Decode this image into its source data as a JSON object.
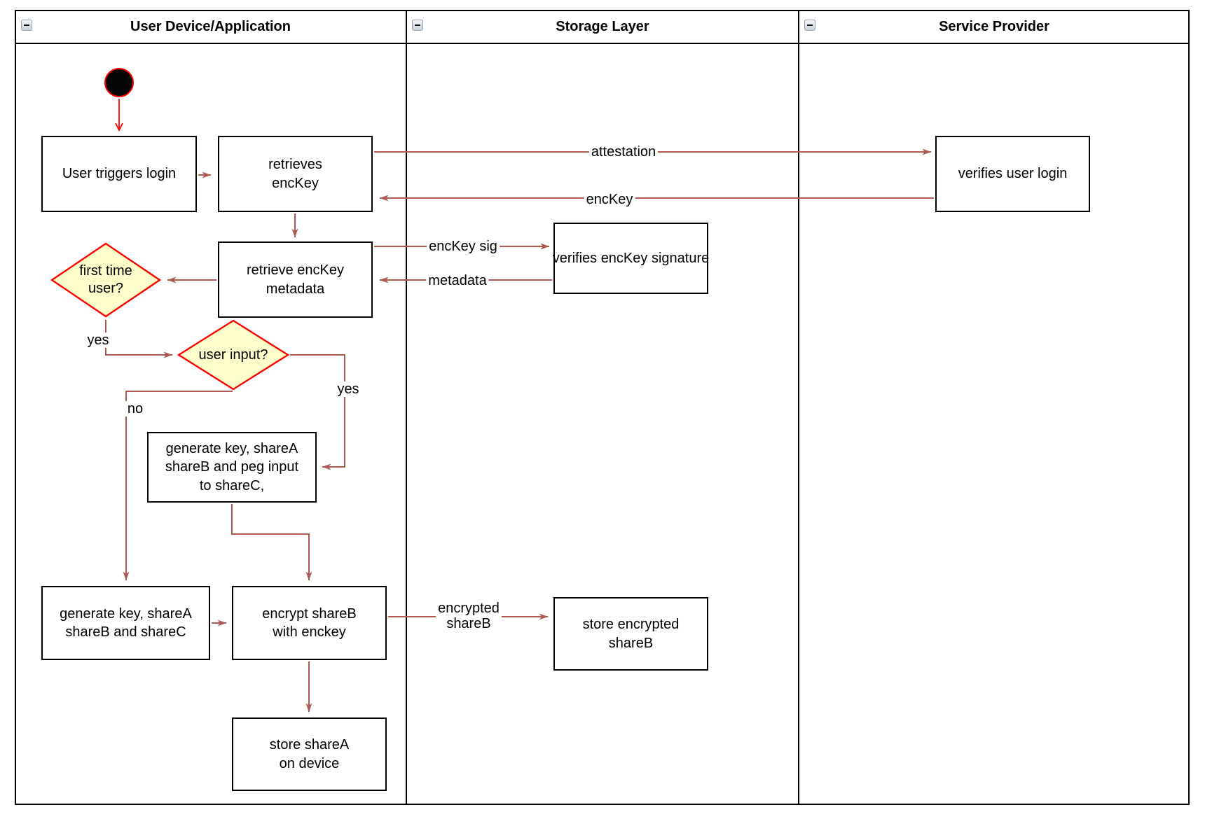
{
  "diagram": {
    "lanes": [
      {
        "title": "User Device/Application"
      },
      {
        "title": "Storage Layer"
      },
      {
        "title": "Service Provider"
      }
    ],
    "nodes": {
      "start": {
        "type": "initial-state"
      },
      "user_triggers_login": {
        "label": "User triggers login"
      },
      "retrieves_enckey": {
        "label": "retrieves\nencKey"
      },
      "verifies_user_login": {
        "label": "verifies user login"
      },
      "retrieve_enckey_metadata": {
        "label": "retrieve encKey\nmetadata"
      },
      "verifies_enckey_signature": {
        "label": "verifies encKey signature"
      },
      "first_time_user": {
        "label": "first time\nuser?"
      },
      "user_input": {
        "label": "user input?"
      },
      "generate_key_peg_input": {
        "label": "generate key, shareA\nshareB and peg input\nto shareC,"
      },
      "generate_key_sharec": {
        "label": "generate key, shareA\nshareB and shareC"
      },
      "encrypt_shareb": {
        "label": "encrypt shareB\nwith enckey"
      },
      "store_sharea": {
        "label": "store shareA\non device"
      },
      "store_encrypted_shareb": {
        "label": "store encrypted\nshareB"
      }
    },
    "edge_labels": {
      "attestation": "attestation",
      "enckey": "encKey",
      "enckey_sig": "encKey sig",
      "metadata": "metadata",
      "yes_first_time": "yes",
      "no_user_input": "no",
      "yes_user_input": "yes",
      "encrypted_shareb": "encrypted\nshareB"
    },
    "colors": {
      "edge": "#AD5A52",
      "highlight": "#FF0000",
      "decision_fill": "#FFFFCC",
      "node_border": "#000000"
    }
  }
}
